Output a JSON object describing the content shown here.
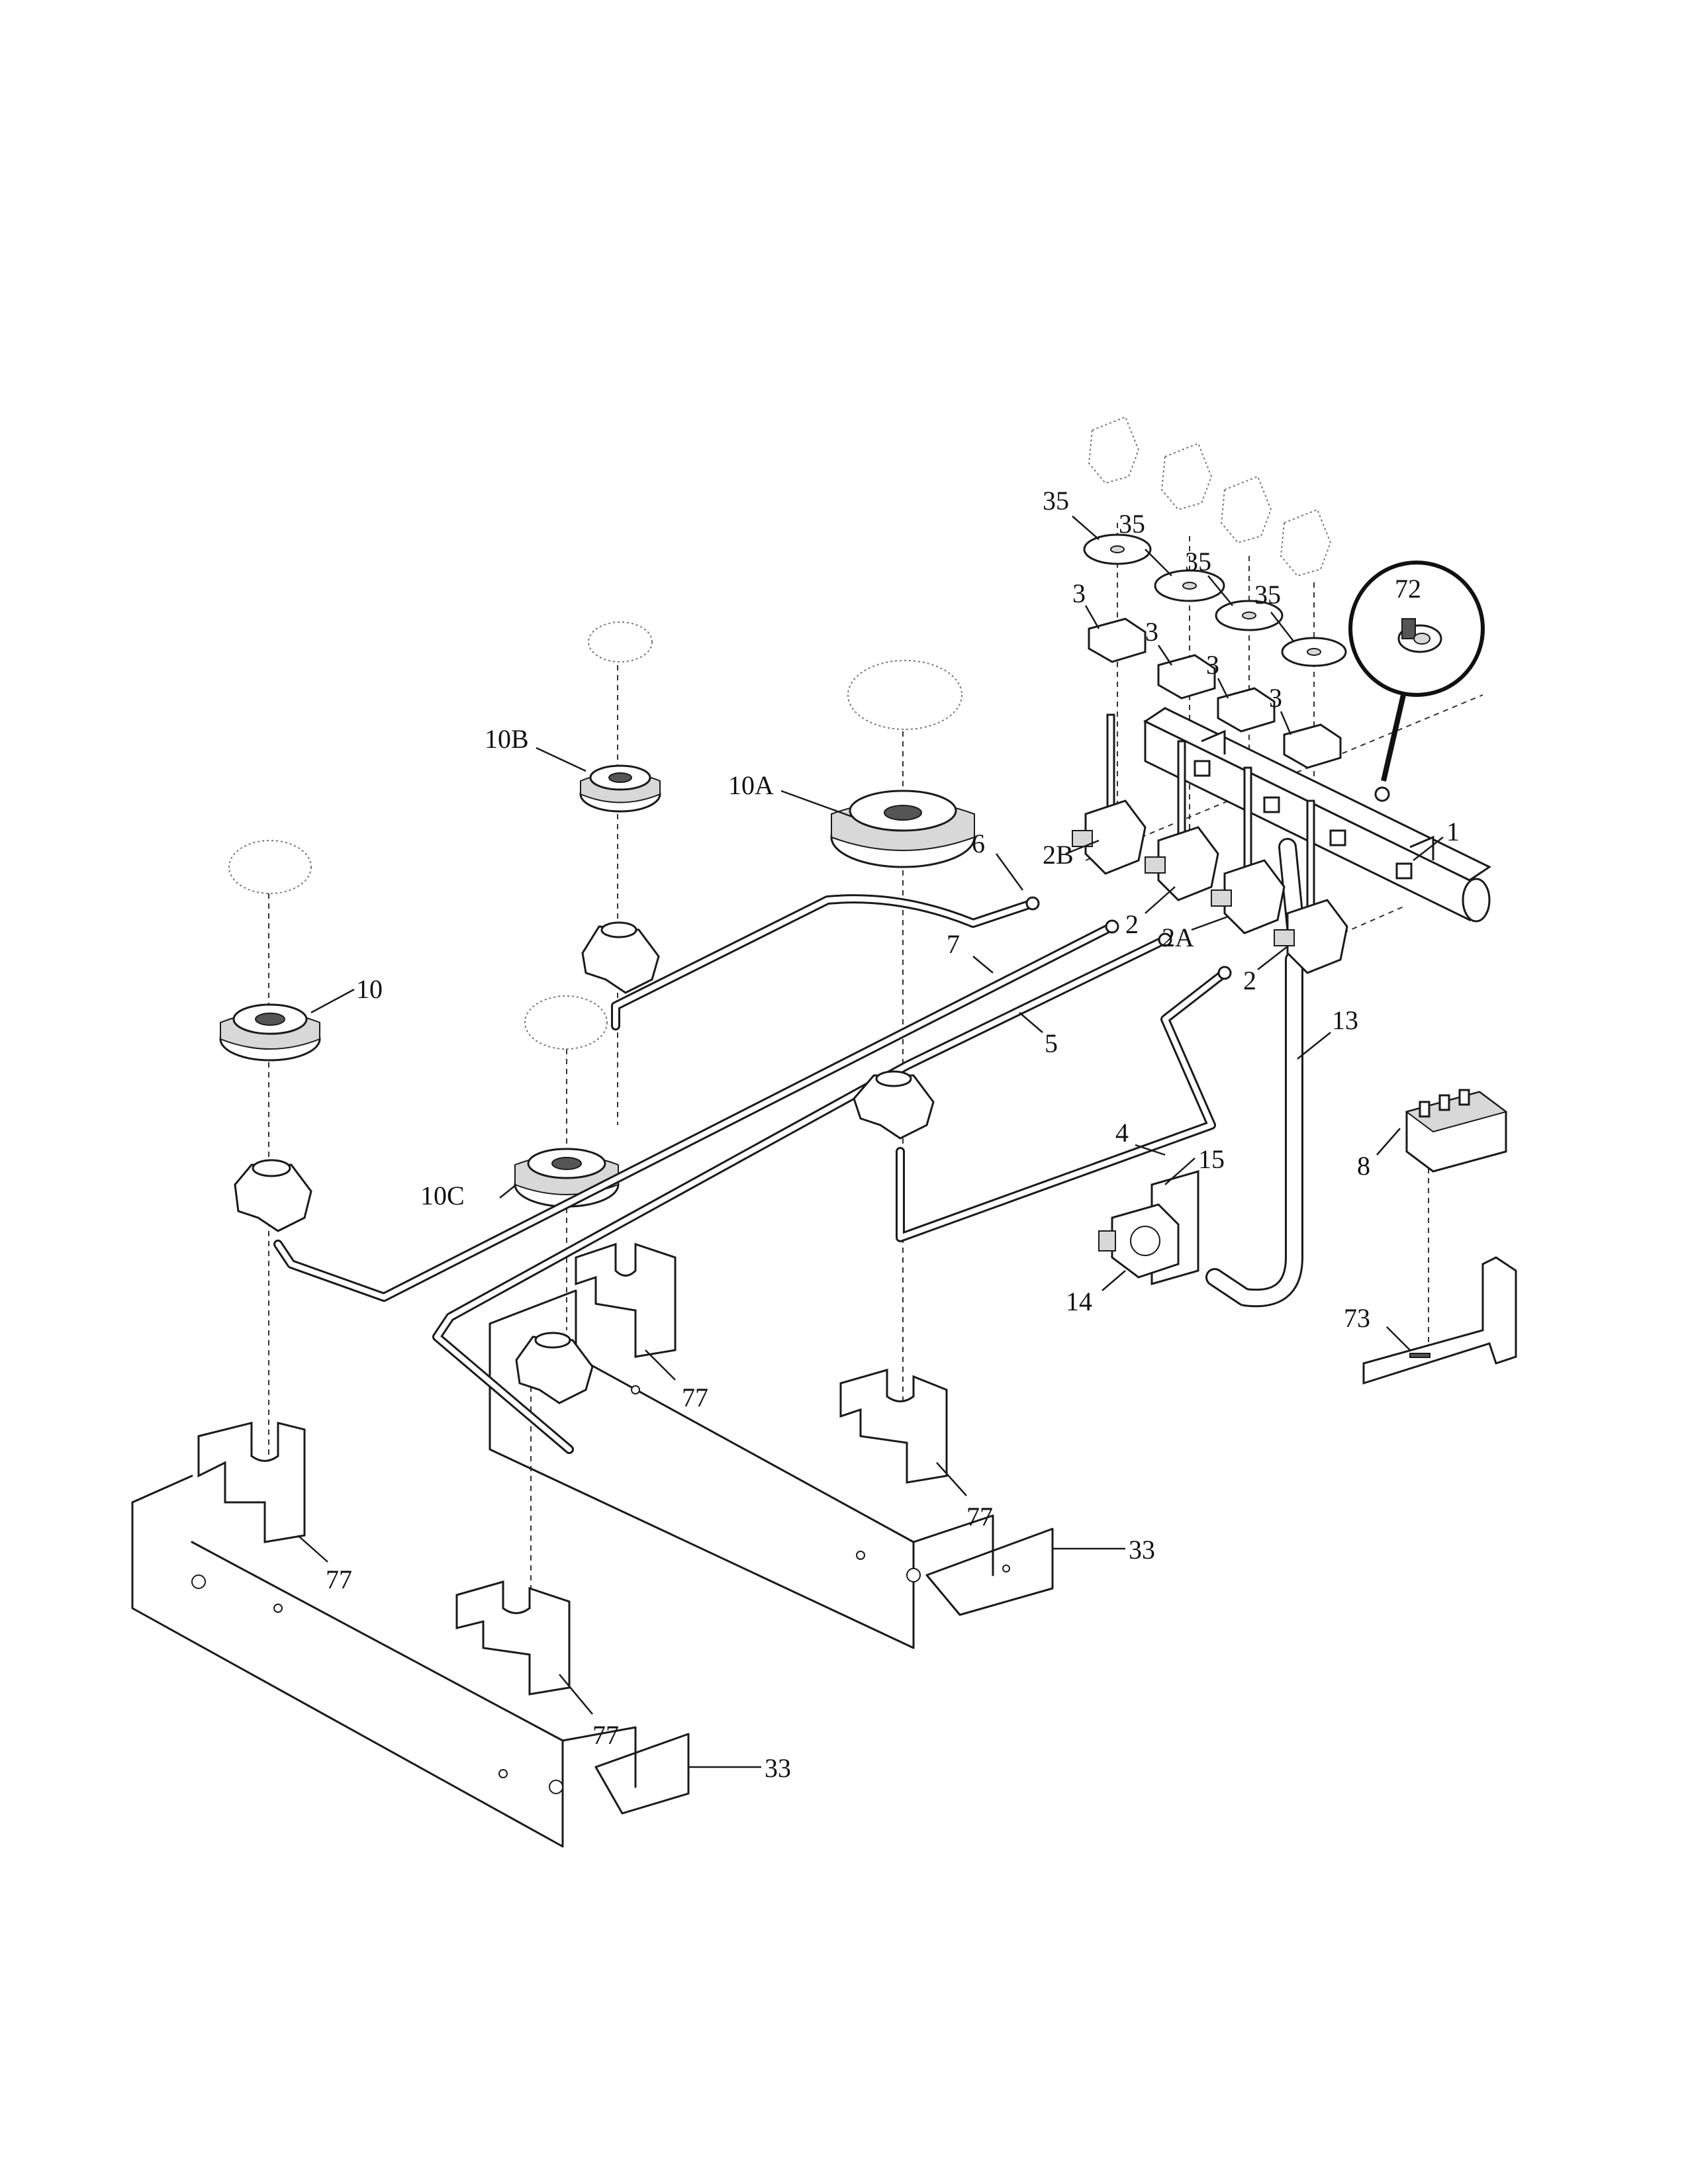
{
  "callouts": [
    {
      "key": "c72",
      "text": "72"
    },
    {
      "key": "c35a",
      "text": "35"
    },
    {
      "key": "c35b",
      "text": "35"
    },
    {
      "key": "c35c",
      "text": "35"
    },
    {
      "key": "c35d",
      "text": "35"
    },
    {
      "key": "c3a",
      "text": "3"
    },
    {
      "key": "c3b",
      "text": "3"
    },
    {
      "key": "c3c",
      "text": "3"
    },
    {
      "key": "c3d",
      "text": "3"
    },
    {
      "key": "c1",
      "text": "1"
    },
    {
      "key": "c10b",
      "text": "10B"
    },
    {
      "key": "c10a",
      "text": "10A"
    },
    {
      "key": "c6",
      "text": "6"
    },
    {
      "key": "c2b",
      "text": "2B"
    },
    {
      "key": "c2a_valve",
      "text": "2"
    },
    {
      "key": "c2a",
      "text": "2A"
    },
    {
      "key": "c2",
      "text": "2"
    },
    {
      "key": "c10",
      "text": "10"
    },
    {
      "key": "c7",
      "text": "7"
    },
    {
      "key": "c5",
      "text": "5"
    },
    {
      "key": "c13",
      "text": "13"
    },
    {
      "key": "c4",
      "text": "4"
    },
    {
      "key": "c15",
      "text": "15"
    },
    {
      "key": "c8",
      "text": "8"
    },
    {
      "key": "c10c",
      "text": "10C"
    },
    {
      "key": "c14",
      "text": "14"
    },
    {
      "key": "c73",
      "text": "73"
    },
    {
      "key": "c77a",
      "text": "77"
    },
    {
      "key": "c77b",
      "text": "77"
    },
    {
      "key": "c77c",
      "text": "77"
    },
    {
      "key": "c77d",
      "text": "77"
    },
    {
      "key": "c33a",
      "text": "33"
    },
    {
      "key": "c33b",
      "text": "33"
    }
  ]
}
